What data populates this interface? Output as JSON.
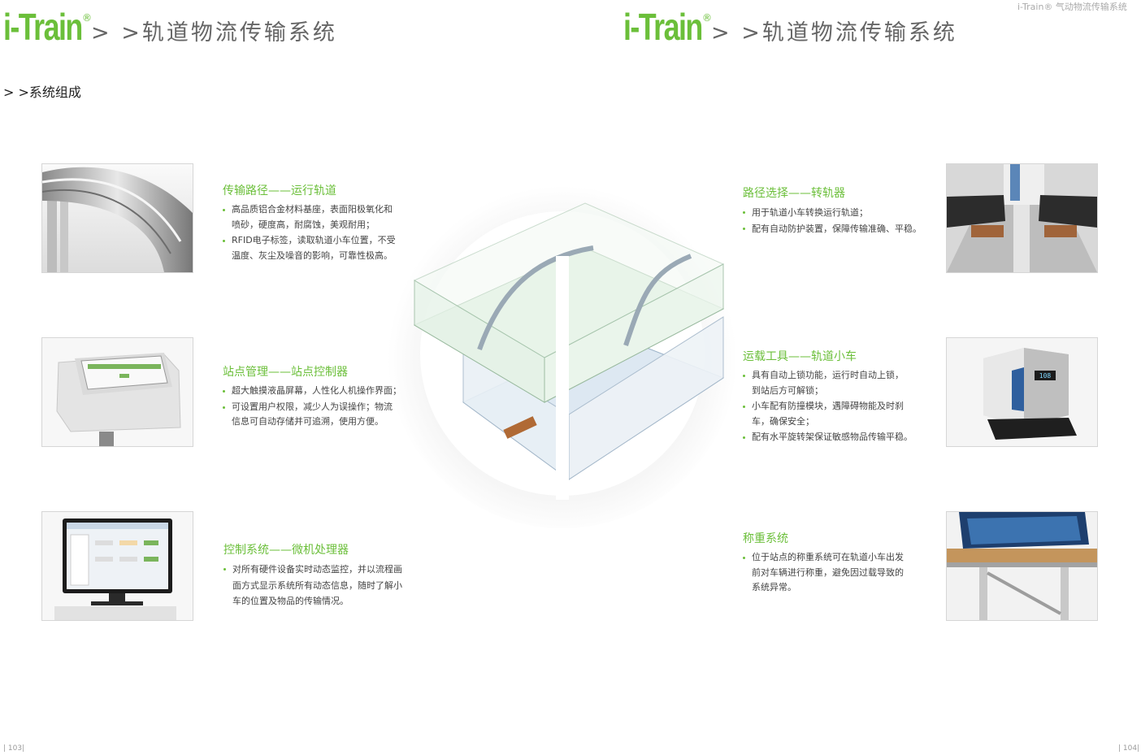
{
  "header": {
    "logo_text": "i-Train",
    "registered_mark": "®",
    "title": "> >轨道物流传输系统",
    "top_note": "i-Train® 气动物流传输系统"
  },
  "section_title": "> >系统组成",
  "features_left": [
    {
      "title": "传输路径——运行轨道",
      "bullets": [
        "高品质铝合金材料基座，表面阳极氧化和",
        "喷砂，硬度高，耐腐蚀，美观耐用；",
        "RFID电子标签，读取轨道小车位置，不受",
        "温度、灰尘及噪音的影响，可靠性极高。"
      ],
      "bullet_groups": [
        [
          0,
          1
        ],
        [
          2,
          3
        ]
      ],
      "image_icon": "rail-track-photo"
    },
    {
      "title": "站点管理——站点控制器",
      "bullets": [
        "超大触摸液晶屏幕，人性化人机操作界面；",
        "可设置用户权限，减少人为误操作；物流",
        "信息可自动存储并可追溯，使用方便。"
      ],
      "bullet_groups": [
        [
          0
        ],
        [
          1,
          2
        ]
      ],
      "image_icon": "station-controller-photo"
    },
    {
      "title": "控制系统——微机处理器",
      "bullets": [
        "对所有硬件设备实时动态监控，并以流程画",
        "面方式显示系统所有动态信息，随时了解小",
        "车的位置及物品的传输情况。"
      ],
      "bullet_groups": [
        [
          0,
          1,
          2
        ]
      ],
      "image_icon": "computer-monitor-photo"
    }
  ],
  "features_right": [
    {
      "title": "路径选择——转轨器",
      "bullets": [
        "用于轨道小车转换运行轨道；",
        "配有自动防护装置，保障传输准确、平稳。"
      ],
      "bullet_groups": [
        [
          0
        ],
        [
          1
        ]
      ],
      "image_icon": "track-switch-photo"
    },
    {
      "title": "运载工具——轨道小车",
      "bullets": [
        "具有自动上锁功能，运行时自动上锁，",
        "到站后方可解锁；",
        "小车配有防撞模块，遇障碍物能及时刹",
        "车，确保安全；",
        "配有水平旋转架保证敏感物品传输平稳。"
      ],
      "bullet_groups": [
        [
          0,
          1
        ],
        [
          2,
          3
        ],
        [
          4
        ]
      ],
      "image_icon": "rail-cart-photo",
      "cart_label": "108"
    },
    {
      "title": "称重系统",
      "bullets": [
        "位于站点的称重系统可在轨道小车出发",
        "前对车辆进行称重，避免因过载导致的",
        "系统异常。"
      ],
      "bullet_groups": [
        [
          0,
          1,
          2
        ]
      ],
      "image_icon": "weighing-system-photo"
    }
  ],
  "center_image_icon": "hospital-building-3d-illustration",
  "page_numbers": {
    "left": "103",
    "right": "104"
  },
  "colors": {
    "accent": "#6bbf3a",
    "title_gray": "#666666"
  }
}
